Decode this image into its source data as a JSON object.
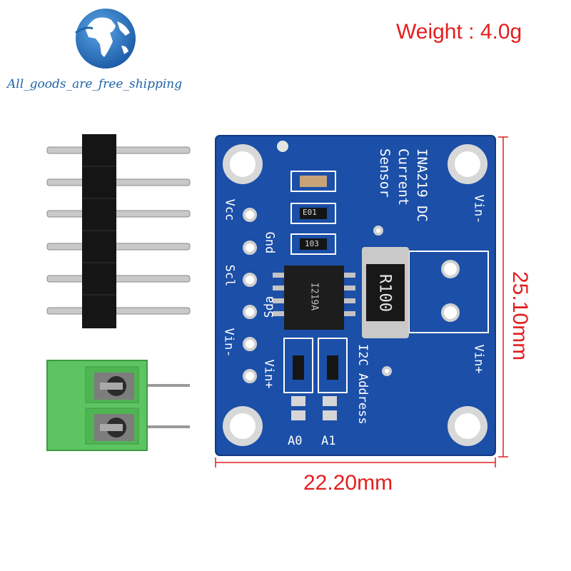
{
  "brand": {
    "tagline": "All_goods_are_free_shipping",
    "logo_icon": "globe-icon",
    "logo_color": "#1e64a8"
  },
  "specs": {
    "weight": "Weight : 4.0g",
    "height": "25.10mm",
    "width": "22.20mm",
    "annotation_color": "#e41e1e"
  },
  "board": {
    "title_line1": "INA219 DC",
    "title_line2": "Current",
    "title_line3": "Sensor",
    "pins": [
      "Vcc",
      "Gnd",
      "Scl",
      "Sda",
      "Vin-",
      "Vin+"
    ],
    "terminal_top": "Vin-",
    "terminal_bottom": "Vin+",
    "address_label": "I2C Address",
    "jumper_a0": "A0",
    "jumper_a1": "A1",
    "shunt": "R100",
    "chip_code": "I219A",
    "resistor_code": "E01",
    "resistor_code_2": "103",
    "color": "#1b4fa8"
  }
}
